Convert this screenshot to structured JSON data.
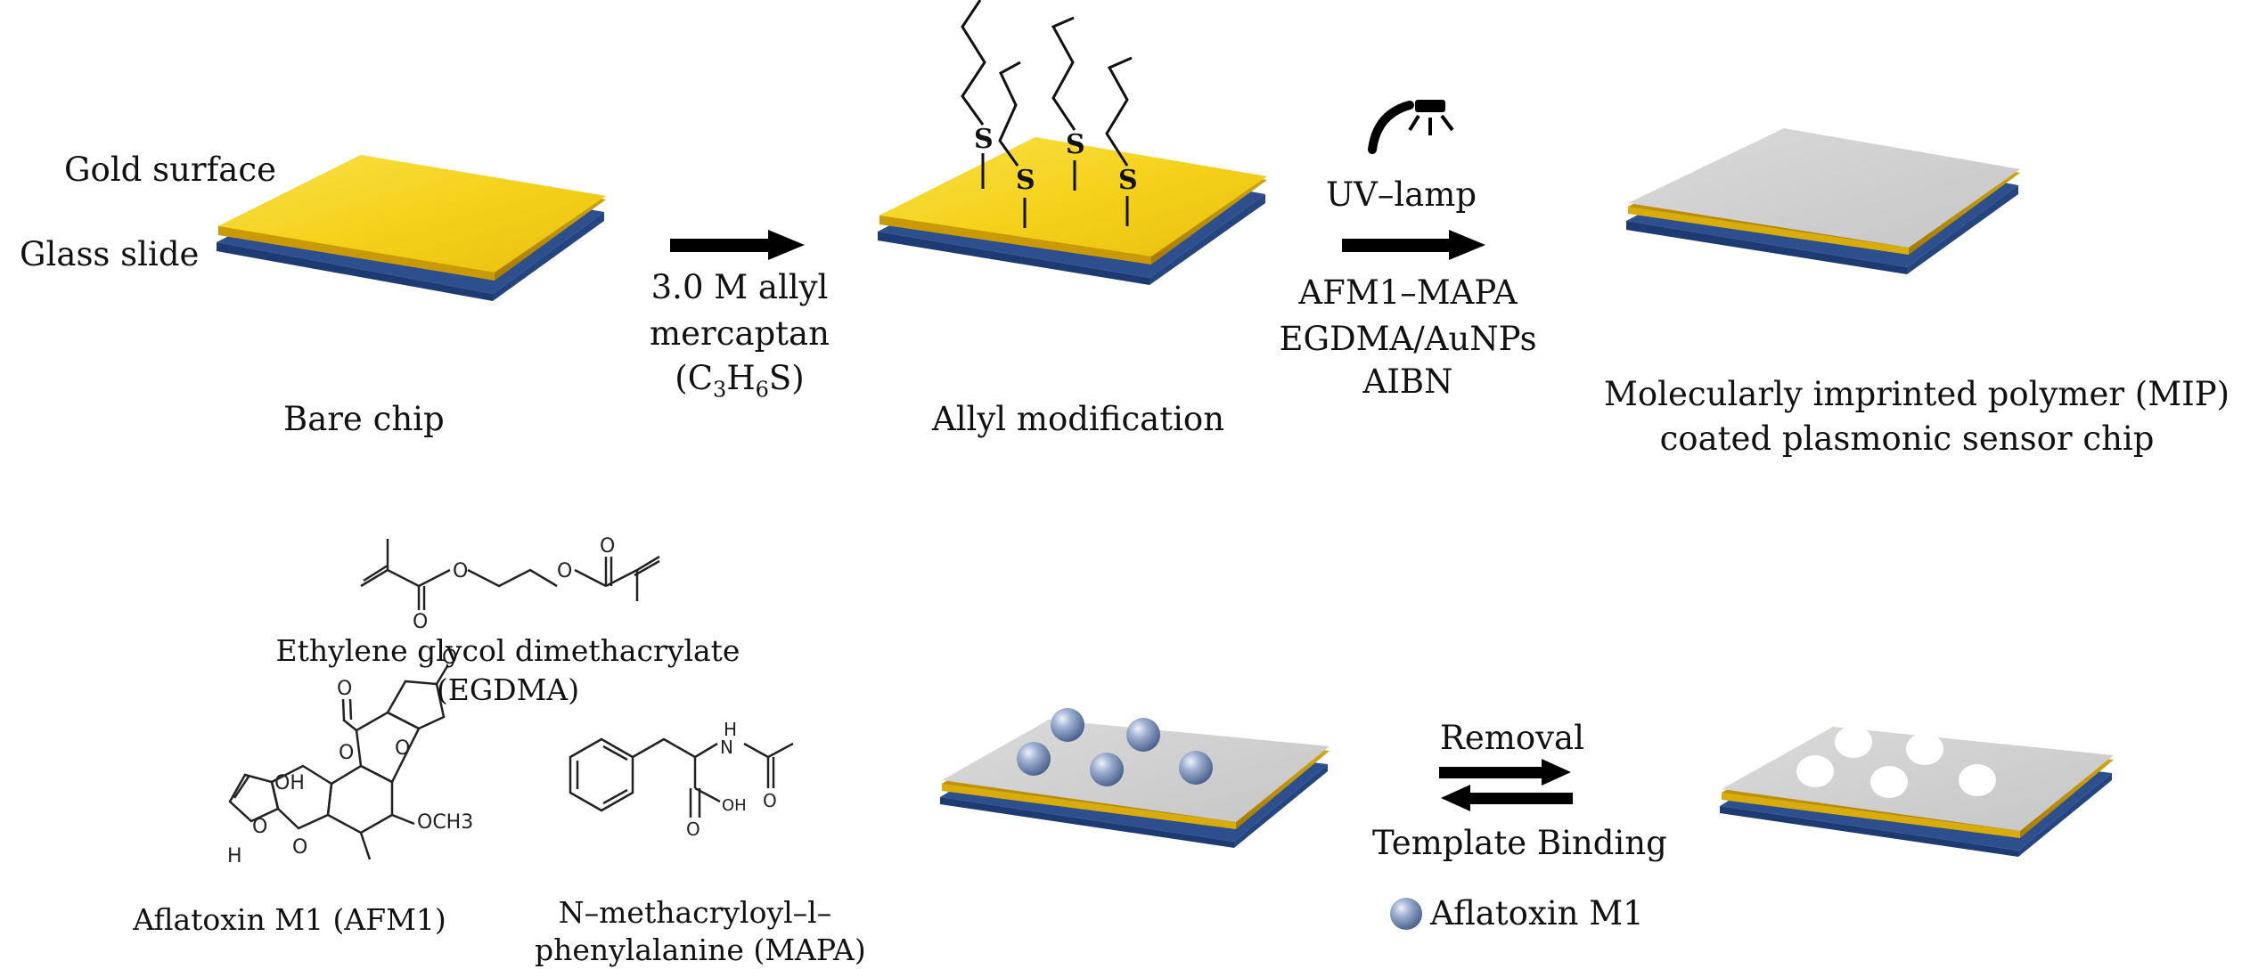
{
  "labels": {
    "gold_surface": "Gold surface",
    "glass_slide": "Glass slide",
    "bare_chip": "Bare chip",
    "step1_line1": "3.0 M allyl",
    "step1_line2": "mercaptan",
    "step1_formula": "(C3H6S)",
    "allyl_modification": "Allyl modification",
    "uv_lamp": "UV–lamp",
    "step2_line1": "AFM1–MAPA",
    "step2_line2": "EGDMA/AuNPs",
    "step2_line3": "AIBN",
    "mip_line1": "Molecularly imprinted polymer (MIP)",
    "mip_line2": "coated plasmonic sensor chip",
    "egdma_name": "Ethylene glycol dimethacrylate",
    "egdma_abbr": "(EGDMA)",
    "afm1_name": "Aflatoxin M1 (AFM1)",
    "mapa_line1": "N–methacryloyl–l–",
    "mapa_line2": "phenylalanine (MAPA)",
    "removal": "Removal",
    "template_binding": "Template Binding",
    "legend_aflatoxin": "Aflatoxin M1"
  },
  "atoms": {
    "sulfur": "S",
    "oxygen": "O",
    "hydroxyl": "OH",
    "hydrogen": "H",
    "methoxy": "OCH3",
    "nh": "H",
    "n": "N",
    "carboxyl_oh": "OH"
  },
  "colors": {
    "gold_top": "#f5d21c",
    "gold_edge": "#c99a06",
    "glass": "#2d4f8e",
    "polymer_top": "#d0d0d0",
    "cavity": "#ffffff",
    "sphere": "#7f93b8",
    "arrow": "#000000"
  }
}
